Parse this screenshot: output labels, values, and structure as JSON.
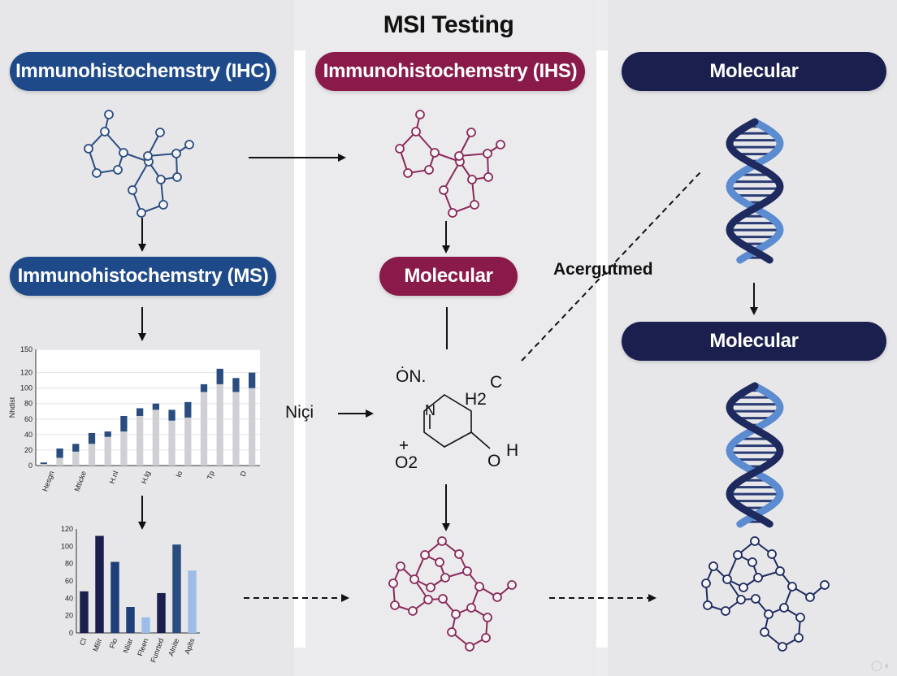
{
  "title": "MSI Testing",
  "colors": {
    "navy": "#1f4a8a",
    "magenta": "#8a1a4a",
    "dark_navy": "#1a1f4d",
    "dna_blue": "#5b8bd0",
    "dna_dark": "#1e2a5e",
    "mol_navy": "#2a4d80",
    "mol_magenta": "#8a2a5a"
  },
  "col1": {
    "pill_top": "Immunohistochemstry (IHC)",
    "pill_mid": "Immunohistochemstry (MS)"
  },
  "col2": {
    "pill_top": "Immunohistochemstry (IHS)",
    "pill_mid": "Molecular",
    "input_label": "Niçi",
    "labels": {
      "o_n": "ȮN.",
      "c": "C",
      "h2": "H2",
      "n": "N",
      "o2": "O2",
      "o": "O",
      "h": "H"
    }
  },
  "col3": {
    "pill_top": "Molecular",
    "pill_mid": "Molecular",
    "annotation": "Acergutmed"
  },
  "chart_data": [
    {
      "type": "bar",
      "stacked": true,
      "ylabel": "Nhdist",
      "ylim": [
        0,
        150
      ],
      "yticks": [
        0,
        20,
        40,
        60,
        80,
        100,
        120,
        150
      ],
      "grid": true,
      "categories": [
        "Hesgn",
        "Mticke",
        "H.nl",
        "H.lg",
        "Io",
        "Tp",
        "D"
      ],
      "series": [
        {
          "values": [
            2,
            10,
            18,
            28,
            37,
            44,
            64,
            72,
            58,
            62,
            95,
            105,
            95,
            100
          ],
          "color": "#cfd0d4"
        },
        {
          "values": [
            2,
            12,
            10,
            14,
            7,
            20,
            10,
            8,
            14,
            20,
            10,
            20,
            18,
            20
          ],
          "color": "#2a4d80"
        }
      ]
    },
    {
      "type": "bar",
      "ylim": [
        0,
        120
      ],
      "yticks": [
        0,
        20,
        40,
        60,
        80,
        100,
        120
      ],
      "grid": false,
      "categories": [
        "Cl",
        "Mliir",
        "Flo",
        "Nliar",
        "Fleen",
        "Funrted",
        "Alnite",
        "Aplts"
      ],
      "values": [
        48,
        112,
        82,
        30,
        18,
        46,
        102,
        72
      ],
      "colors": [
        "#1a1f4d",
        "#1a1f4d",
        "#1f3f7a",
        "#1f3f7a",
        "#9dbde8",
        "#1a1f4d",
        "#2a4d80",
        "#9dbde8"
      ]
    }
  ]
}
